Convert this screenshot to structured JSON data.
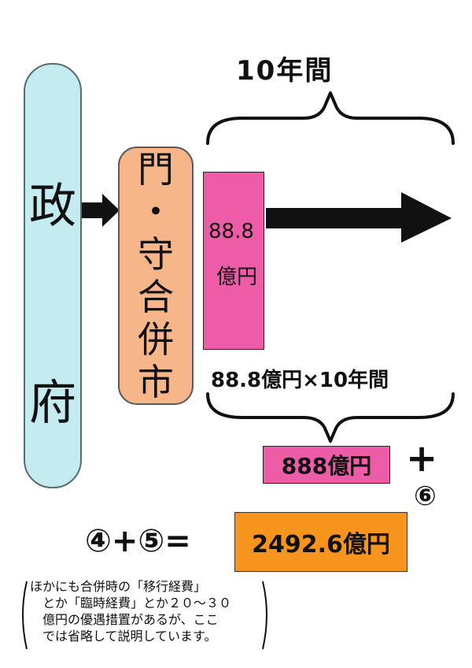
{
  "government": {
    "chars": [
      "政",
      "府"
    ]
  },
  "city": {
    "lines": [
      "門",
      "・",
      "守",
      "合",
      "併",
      "市"
    ]
  },
  "annual_amount": {
    "value": "88.8",
    "unit": "億円"
  },
  "period_label": "10年間",
  "formula": "88.8億円×10年間",
  "subtotal": "888億円",
  "plus_six": {
    "plus": "+",
    "circled": "⑥"
  },
  "equation": "④+⑤=",
  "total": "2492.6億円",
  "note_lines": [
    "ほかにも合併時の「移行経費」",
    "とか「臨時経費」とか２０～３０",
    "億円の優遇措置があるが、ここ",
    "では省略して説明しています。"
  ]
}
